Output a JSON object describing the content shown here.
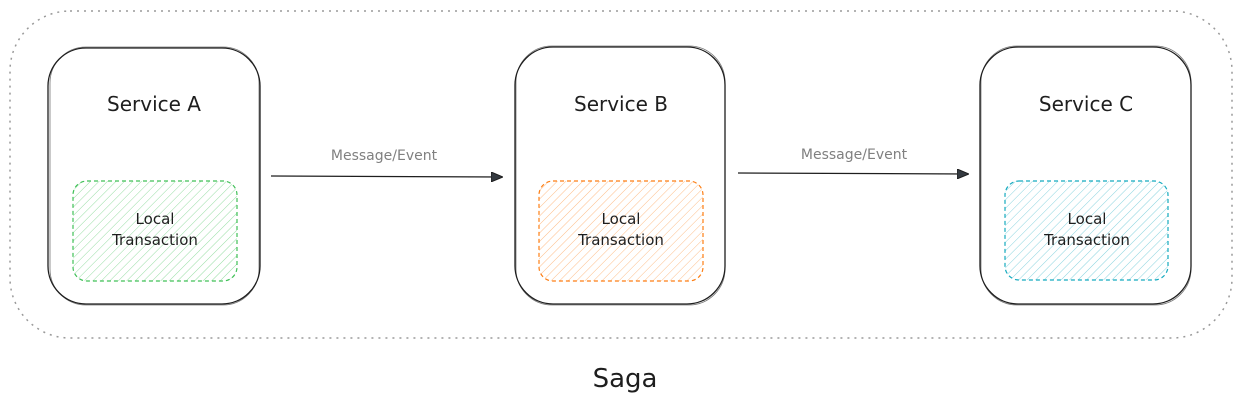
{
  "diagram": {
    "boundary_label": "Saga",
    "services": [
      {
        "id": "a",
        "title": "Service A",
        "tx_line1": "Local",
        "tx_line2": "Transaction",
        "tx_color": "#40c057"
      },
      {
        "id": "b",
        "title": "Service B",
        "tx_line1": "Local",
        "tx_line2": "Transaction",
        "tx_color": "#fd7e14"
      },
      {
        "id": "c",
        "title": "Service C",
        "tx_line1": "Local",
        "tx_line2": "Transaction",
        "tx_color": "#15aabf"
      }
    ],
    "edges": [
      {
        "from": "a",
        "to": "b",
        "label": "Message/Event"
      },
      {
        "from": "b",
        "to": "c",
        "label": "Message/Event"
      }
    ]
  }
}
